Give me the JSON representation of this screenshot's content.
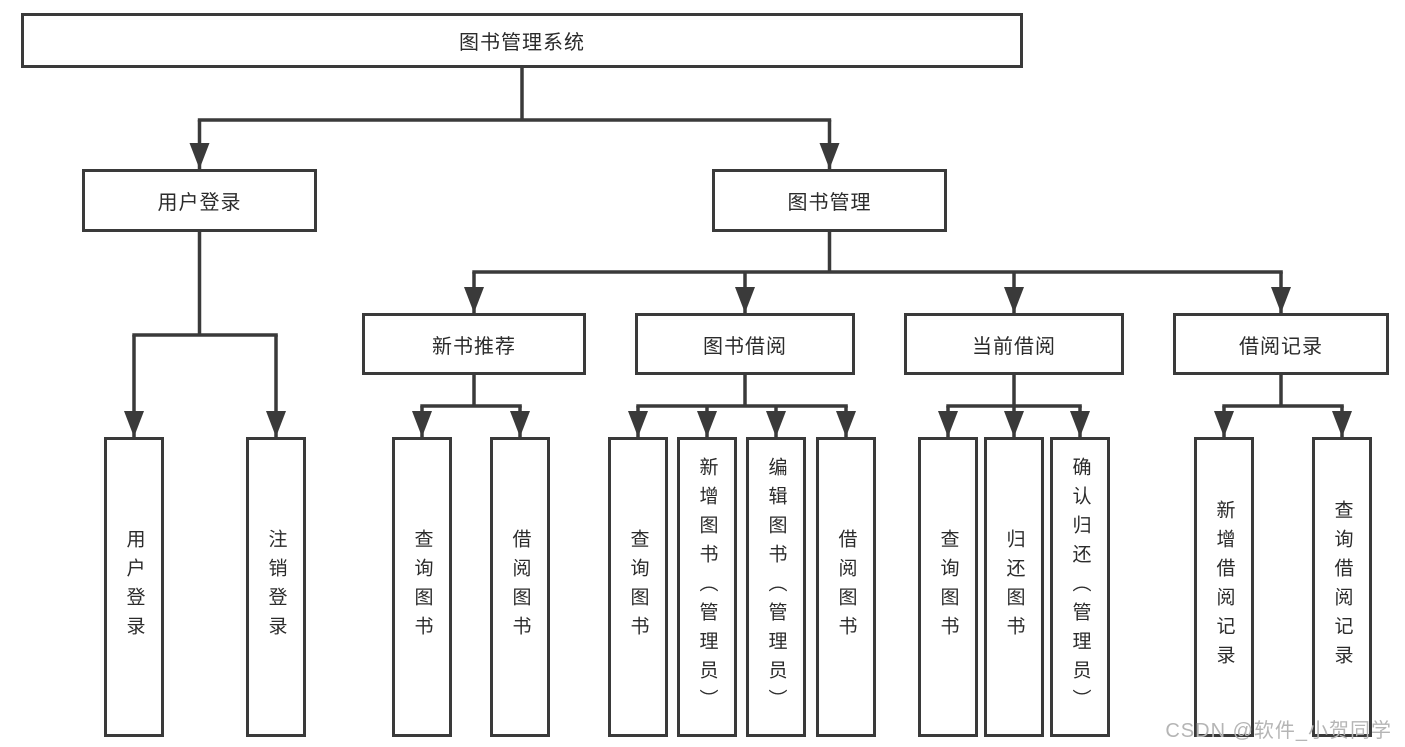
{
  "diagram": {
    "root_label": "图书管理系统",
    "user_login": {
      "label": "用户登录",
      "children": [
        "用户登录",
        "注销登录"
      ]
    },
    "book_management": {
      "label": "图书管理",
      "modules": [
        {
          "label": "新书推荐",
          "children": [
            "查询图书",
            "借阅图书"
          ]
        },
        {
          "label": "图书借阅",
          "children": [
            "查询图书",
            "新增图书（管理员）",
            "编辑图书（管理员）",
            "借阅图书"
          ]
        },
        {
          "label": "当前借阅",
          "children": [
            "查询图书",
            "归还图书",
            "确认归还（管理员）"
          ]
        },
        {
          "label": "借阅记录",
          "children": [
            "新增借阅记录",
            "查询借阅记录"
          ]
        }
      ]
    },
    "line_color": "#3a3a3a",
    "watermark": "CSDN @软件_小贺同学"
  }
}
